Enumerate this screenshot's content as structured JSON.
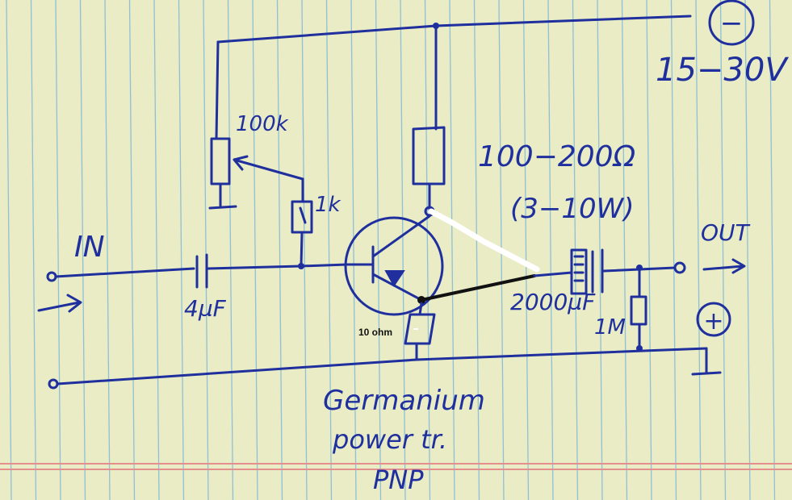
{
  "labels": {
    "supply_minus": "−",
    "supply_voltage": "15−30V",
    "pot_value": "100k",
    "base_resistor": "1k",
    "collector_load_value": "100−200Ω",
    "collector_load_power": "(3−10W)",
    "input": "IN",
    "input_cap": "4µF",
    "emitter_resistor": "10 ohm",
    "output_cap": "2000µF",
    "output": "OUT",
    "output_resistor": "1M",
    "supply_plus": "+",
    "transistor_line1": "Germanium",
    "transistor_line2": "power tr.",
    "transistor_line3": "PNP"
  },
  "colors": {
    "paper": "#e9ecc4",
    "ink": "#1f2f9e",
    "rule_blue": "#8fc0d8",
    "rule_red": "#e58e8e",
    "edit_black": "#111111",
    "edit_white": "#ffffff"
  }
}
